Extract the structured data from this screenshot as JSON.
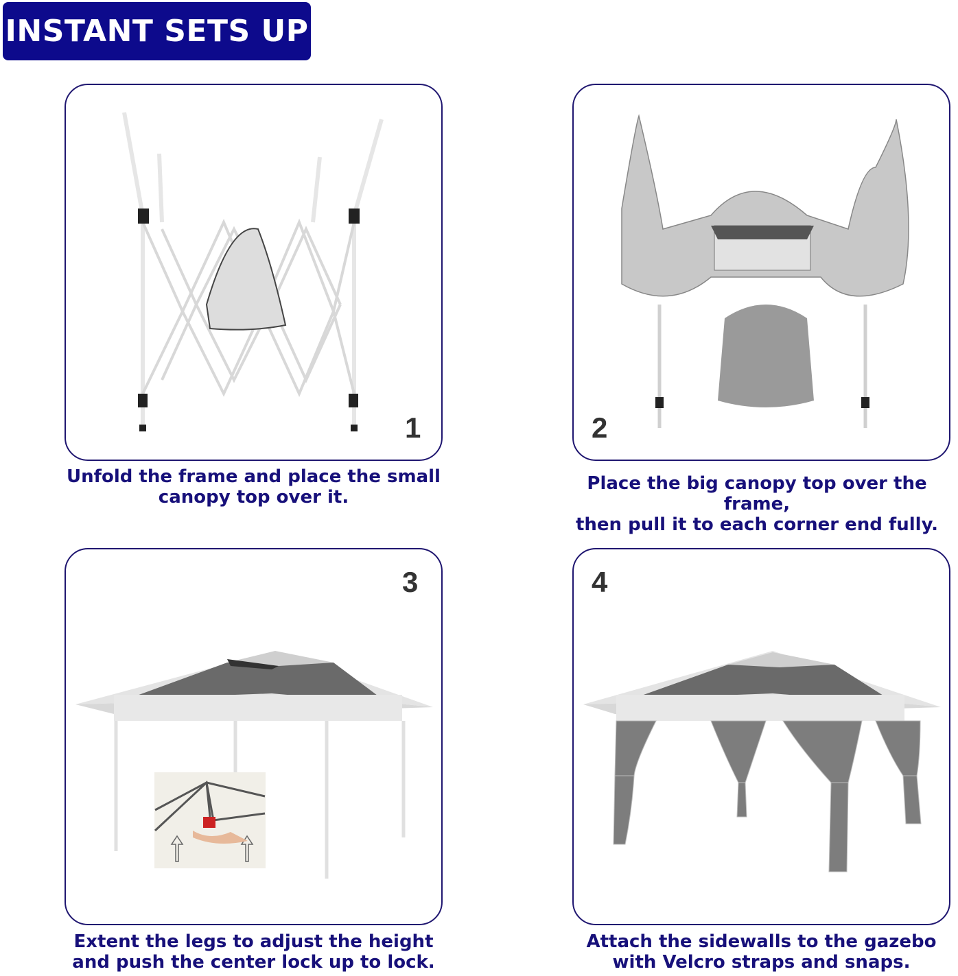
{
  "banner": {
    "title": "INSTANT SETS UP",
    "background": "#0d0a8c"
  },
  "colors": {
    "panel_border": "#1f1670",
    "caption": "#17107a",
    "step_number": "#333333"
  },
  "steps": [
    {
      "number": "1",
      "caption_line1": "Unfold the frame and place the small",
      "caption_line2": "canopy top over it.",
      "image": "unfolded-frame-with-small-canopy"
    },
    {
      "number": "2",
      "caption_line1": "Place the big canopy top over the frame,",
      "caption_line2": "then pull it to each corner end fully.",
      "image": "big-canopy-over-frame"
    },
    {
      "number": "3",
      "caption_line1": "Extent the legs to adjust the height",
      "caption_line2": "and push the center lock up to lock.",
      "image": "erected-gazebo-with-center-lock-inset"
    },
    {
      "number": "4",
      "caption_line1": "Attach the sidewalls to the gazebo",
      "caption_line2": "with Velcro straps and snaps.",
      "image": "gazebo-with-mesh-sidewalls"
    }
  ]
}
